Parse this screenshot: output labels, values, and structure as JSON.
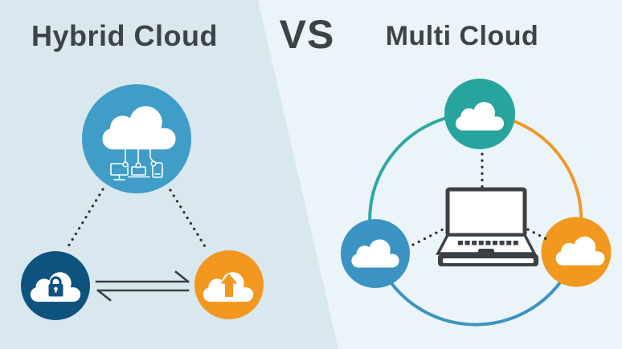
{
  "header": {
    "left_title": "Hybrid Cloud",
    "vs_label": "VS",
    "right_title": "Multi Cloud"
  },
  "colors": {
    "left_background": "#d9e7ee",
    "right_background": "#ebf4f9",
    "title_text": "#3e4347",
    "hybrid_main_circle": "#3f9dc8",
    "hybrid_private_circle": "#0e527f",
    "hybrid_public_circle": "#f2981f",
    "multi_teal_circle": "#28a49e",
    "multi_blue_circle": "#3b93c1",
    "multi_orange_circle": "#f2981f",
    "ring_arc_teal": "#2fa8a3",
    "ring_arc_orange": "#f0982a",
    "ring_arc_blue": "#3b93c1",
    "dark_line": "#3b4045",
    "dot_line": "#2b2f33",
    "cloud_fill": "#ffffff"
  },
  "hybrid_diagram": {
    "icons": [
      "cloud-with-devices-icon",
      "private-cloud-lock-icon",
      "public-cloud-upload-icon",
      "monitor-icon",
      "laptop-icon",
      "phone-icon",
      "exchange-arrows-icon"
    ],
    "connections": [
      "main-cloud to private-cloud (dotted)",
      "main-cloud to public-cloud (dotted)",
      "private-cloud to public-cloud (two-way arrows)"
    ]
  },
  "multi_diagram": {
    "icons": [
      "teal-cloud-icon",
      "blue-cloud-icon",
      "orange-cloud-icon",
      "laptop-icon"
    ],
    "connections": [
      "laptop to teal-cloud (dotted)",
      "laptop to blue-cloud (dotted)",
      "laptop to orange-cloud (dotted)",
      "ring arc teal-to-blue (teal)",
      "ring arc teal-to-orange (orange)",
      "ring arc blue-to-orange (blue)"
    ]
  }
}
